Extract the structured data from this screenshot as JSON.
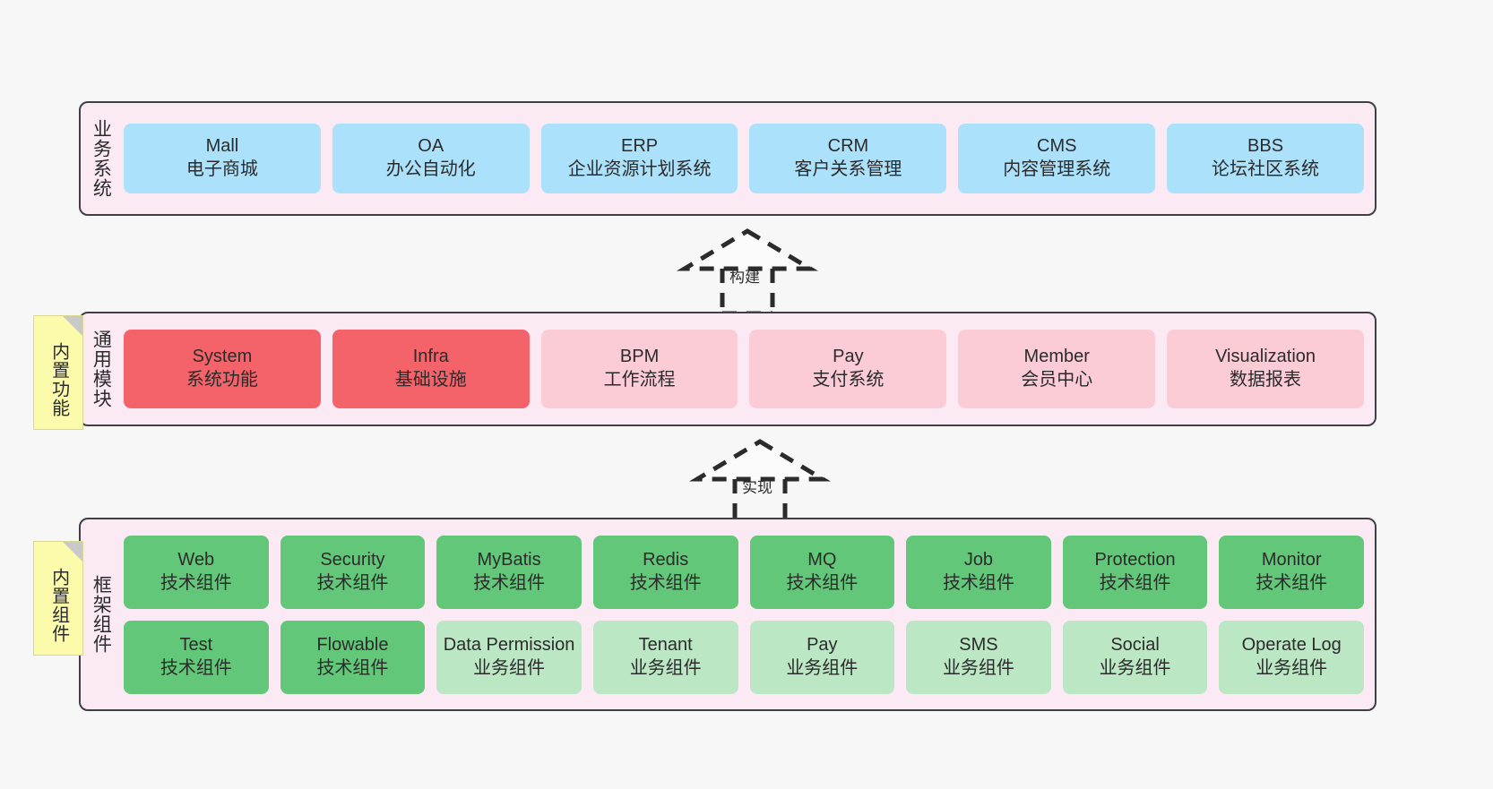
{
  "diagram": {
    "background": "#f7f7f7",
    "panel_fill": "#fbeaf4",
    "panel_border": "#3f3f46",
    "note_fill": "#fbfbab"
  },
  "layers": [
    {
      "id": "business-systems",
      "title": "业务系统",
      "note": null,
      "color": "#ace1fb",
      "rows": [
        {
          "cards": [
            {
              "en": "Mall",
              "cn": "电子商城",
              "color": "#ace1fb"
            },
            {
              "en": "OA",
              "cn": "办公自动化",
              "color": "#ace1fb"
            },
            {
              "en": "ERP",
              "cn": "企业资源计划系统",
              "color": "#ace1fb"
            },
            {
              "en": "CRM",
              "cn": "客户关系管理",
              "color": "#ace1fb"
            },
            {
              "en": "CMS",
              "cn": "内容管理系统",
              "color": "#ace1fb"
            },
            {
              "en": "BBS",
              "cn": "论坛社区系统",
              "color": "#ace1fb"
            }
          ]
        }
      ]
    },
    {
      "id": "common-modules",
      "title": "通用模块",
      "note": "内置功能",
      "rows": [
        {
          "cards": [
            {
              "en": "System",
              "cn": "系统功能",
              "color": "#f4636a"
            },
            {
              "en": "Infra",
              "cn": "基础设施",
              "color": "#f4636a"
            },
            {
              "en": "BPM",
              "cn": "工作流程",
              "color": "#fbccd6"
            },
            {
              "en": "Pay",
              "cn": "支付系统",
              "color": "#fbccd6"
            },
            {
              "en": "Member",
              "cn": "会员中心",
              "color": "#fbccd6"
            },
            {
              "en": "Visualization",
              "cn": "数据报表",
              "color": "#fbccd6"
            }
          ]
        }
      ]
    },
    {
      "id": "framework-components",
      "title": "框架组件",
      "note": "内置组件",
      "rows": [
        {
          "cards": [
            {
              "en": "Web",
              "cn": "技术组件",
              "color": "#62c778"
            },
            {
              "en": "Security",
              "cn": "技术组件",
              "color": "#62c778"
            },
            {
              "en": "MyBatis",
              "cn": "技术组件",
              "color": "#62c778"
            },
            {
              "en": "Redis",
              "cn": "技术组件",
              "color": "#62c778"
            },
            {
              "en": "MQ",
              "cn": "技术组件",
              "color": "#62c778"
            },
            {
              "en": "Job",
              "cn": "技术组件",
              "color": "#62c778"
            },
            {
              "en": "Protection",
              "cn": "技术组件",
              "color": "#62c778"
            },
            {
              "en": "Monitor",
              "cn": "技术组件",
              "color": "#62c778"
            }
          ]
        },
        {
          "cards": [
            {
              "en": "Test",
              "cn": "技术组件",
              "color": "#62c778"
            },
            {
              "en": "Flowable",
              "cn": "技术组件",
              "color": "#62c778"
            },
            {
              "en": "Data Permission",
              "cn": "业务组件",
              "color": "#bbe7c4"
            },
            {
              "en": "Tenant",
              "cn": "业务组件",
              "color": "#bbe7c4"
            },
            {
              "en": "Pay",
              "cn": "业务组件",
              "color": "#bbe7c4"
            },
            {
              "en": "SMS",
              "cn": "业务组件",
              "color": "#bbe7c4"
            },
            {
              "en": "Social",
              "cn": "业务组件",
              "color": "#bbe7c4"
            },
            {
              "en": "Operate Log",
              "cn": "业务组件",
              "color": "#bbe7c4"
            }
          ]
        }
      ]
    }
  ],
  "connectors": [
    {
      "id": "build",
      "label": "构建",
      "from": "common-modules",
      "to": "business-systems"
    },
    {
      "id": "implement",
      "label": "实现",
      "from": "framework-components",
      "to": "common-modules"
    }
  ]
}
